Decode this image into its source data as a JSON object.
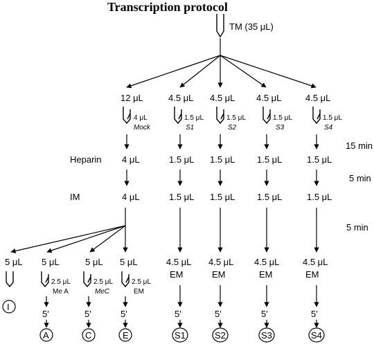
{
  "title": "Transcription protocol",
  "tm_label": "TM (35 μL)",
  "row1": [
    "12 μL",
    "4.5 μL",
    "4.5 μL",
    "4.5 μL",
    "4.5 μL"
  ],
  "row1_add": [
    {
      "vol": "4 μL",
      "name": "Mock"
    },
    {
      "vol": "1.5 μL",
      "name": "S1"
    },
    {
      "vol": "1.5 μL",
      "name": "S2"
    },
    {
      "vol": "1.5 μL",
      "name": "S3"
    },
    {
      "vol": "1.5 μL",
      "name": "S4"
    }
  ],
  "time_1": "15 min",
  "heparin_label": "Heparin",
  "heparin_vals": [
    "4 μL",
    "1.5 μL",
    "1.5 μL",
    "1.5 μL",
    "1.5 μL"
  ],
  "time_2": "5 min",
  "im_label": "IM",
  "im_vals": [
    "4 μL",
    "1.5 μL",
    "1.5 μL",
    "1.5 μL",
    "1.5 μL"
  ],
  "time_3": "5 min",
  "final_left": [
    "5 μL",
    "5 μL",
    "5 μL",
    "5 μL"
  ],
  "final_left_add": [
    {
      "vol": "2.5 μL",
      "name": "Me A"
    },
    {
      "vol": "2.5 μL",
      "name": "MeC"
    },
    {
      "vol": "2.5 μL",
      "name": "EM"
    }
  ],
  "final_right": [
    "4.5 μL",
    "4.5 μL",
    "4.5 μL",
    "4.5 μL"
  ],
  "em_label": "EM",
  "five_prime": "5'",
  "circles": [
    "I",
    "A",
    "C",
    "E",
    "S1",
    "S2",
    "S3",
    "S4"
  ]
}
